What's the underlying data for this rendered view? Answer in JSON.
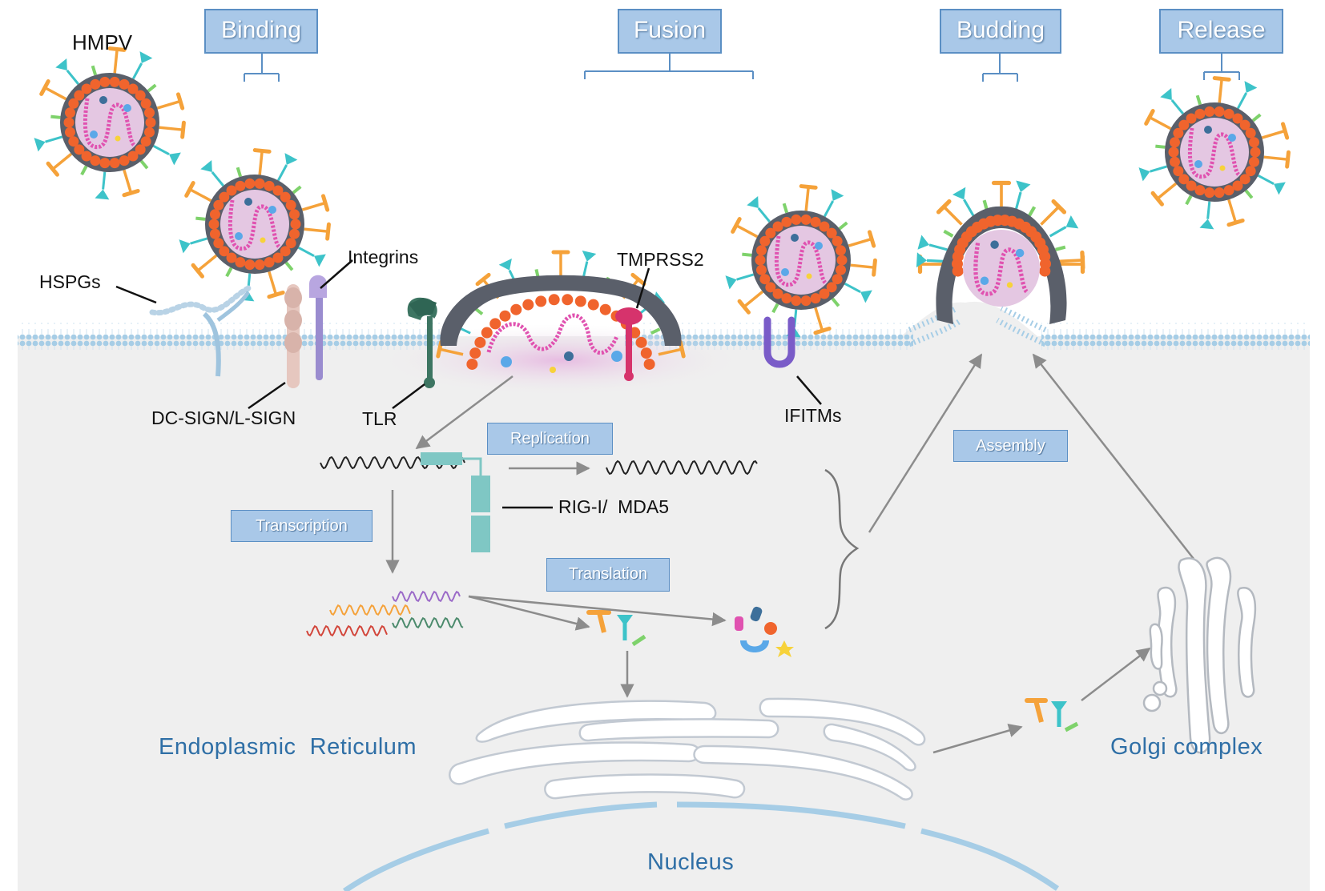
{
  "stages": {
    "binding": "Binding",
    "fusion": "Fusion",
    "budding": "Budding",
    "release": "Release"
  },
  "processes": {
    "replication": "Replication",
    "transcription": "Transcription",
    "translation": "Translation",
    "assembly": "Assembly"
  },
  "labels": {
    "virus": "HMPV",
    "hspgs": "HSPGs",
    "integrins": "Integrins",
    "dc_sign": "DC-SIGN/L-SIGN",
    "tlr": "TLR",
    "tmprss2": "TMPRSS2",
    "ifitms": "IFITMs",
    "rig_mda5": "RIG-I/  MDA5"
  },
  "organelles": {
    "er": "Endoplasmic  Reticulum",
    "golgi": "Golgi complex",
    "nucleus": "Nucleus"
  },
  "colors": {
    "cell": "#efefef",
    "membrane": "#a6cde6",
    "stage_box": "#a9c8e8",
    "organelle_text": "#2f6fa6",
    "envelope": "#5a5f6a",
    "matrix_dots": "#f0642d",
    "virus_core": "#e4c7e2",
    "spike_f": "#f5a23a",
    "spike_g": "#3dc3c9",
    "spike_sh": "#7ed26b",
    "rna": "#e052b0"
  }
}
